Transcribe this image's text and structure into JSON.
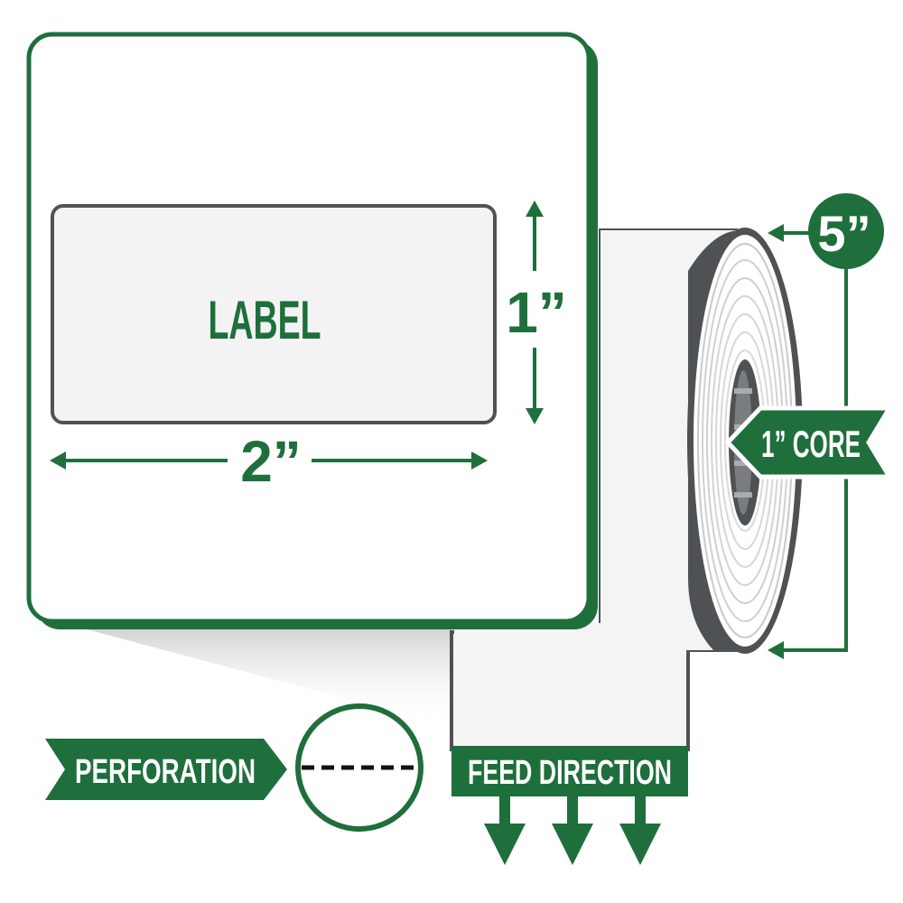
{
  "colors": {
    "green": "#1e6f3c",
    "green_dark": "#145a2e",
    "roll_gray": "#4f5254",
    "label_fill": "#f3f3f3",
    "shadow": "#c9c9c9"
  },
  "label": {
    "text": "LABEL",
    "width_dim": "2”",
    "height_dim": "1”"
  },
  "roll": {
    "outer_dim": "5”",
    "core_dim": "1” CORE"
  },
  "perforation": {
    "text": "PERFORATION",
    "icon": "perforation-dashed-line-icon"
  },
  "feed": {
    "text": "FEED DIRECTION",
    "icon": "down-arrow-icon"
  }
}
